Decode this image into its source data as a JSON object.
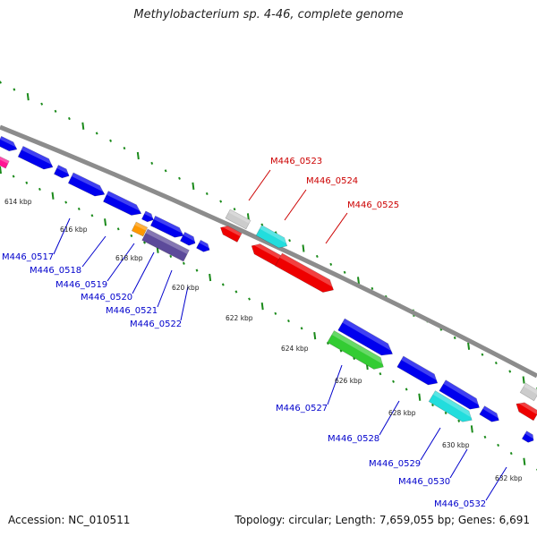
{
  "title": "Methylobacterium sp. 4-46, complete genome",
  "footer": {
    "accession": "Accession: NC_010511",
    "stats": "Topology: circular; Length: 7,659,055 bp; Genes: 6,691"
  },
  "colors": {
    "backbone": "#8c8c8c",
    "ticks": "#1a8a1a",
    "forward_label": "#cc0000",
    "reverse_label": "#0000cc",
    "gene_blue": "#0000ee",
    "gene_red": "#ee0000",
    "gene_cyan": "#22dddd",
    "gene_green": "#33cc33",
    "gene_gray": "#cccccc",
    "gene_purple": "#5c4a9a",
    "gene_orange": "#ff9900",
    "gene_magenta": "#ff1493"
  },
  "scale": {
    "unit": "kbp",
    "labels": [
      "614 kbp",
      "616 kbp",
      "618 kbp",
      "620 kbp",
      "622 kbp",
      "624 kbp",
      "626 kbp",
      "628 kbp",
      "630 kbp",
      "632 kbp"
    ]
  },
  "genes": [
    {
      "id": "g1",
      "color": "magenta",
      "label": ""
    },
    {
      "id": "g2",
      "color": "blue",
      "label": ""
    },
    {
      "id": "g3",
      "color": "blue",
      "label": "M446_0517"
    },
    {
      "id": "g4",
      "color": "blue",
      "label": "M446_0518"
    },
    {
      "id": "g5",
      "color": "blue",
      "label": "M446_0519"
    },
    {
      "id": "g6",
      "color": "blue",
      "label": "M446_0520"
    },
    {
      "id": "g7",
      "color": "orange",
      "label": ""
    },
    {
      "id": "g8",
      "color": "blue",
      "label": ""
    },
    {
      "id": "g9",
      "color": "blue",
      "label": ""
    },
    {
      "id": "g10",
      "color": "purple",
      "label": "M446_0521"
    },
    {
      "id": "g11",
      "color": "blue",
      "label": ""
    },
    {
      "id": "g12",
      "color": "blue",
      "label": "M446_0522"
    },
    {
      "id": "g13",
      "color": "gray",
      "label": "M446_0523"
    },
    {
      "id": "g14",
      "color": "red",
      "label": ""
    },
    {
      "id": "g15",
      "color": "cyan",
      "label": "M446_0524"
    },
    {
      "id": "g16",
      "color": "red",
      "label": ""
    },
    {
      "id": "g17",
      "color": "red",
      "label": "M446_0525"
    },
    {
      "id": "g18",
      "color": "blue",
      "label": ""
    },
    {
      "id": "g19",
      "color": "green",
      "label": "M446_0527"
    },
    {
      "id": "g20",
      "color": "blue",
      "label": "M446_0528"
    },
    {
      "id": "g21",
      "color": "cyan",
      "label": "M446_0529"
    },
    {
      "id": "g22",
      "color": "blue",
      "label": "M446_0530"
    },
    {
      "id": "g23",
      "color": "blue",
      "label": ""
    },
    {
      "id": "g24",
      "color": "gray",
      "label": ""
    },
    {
      "id": "g25",
      "color": "red",
      "label": ""
    },
    {
      "id": "g26",
      "color": "blue",
      "label": "M446_0532"
    }
  ]
}
